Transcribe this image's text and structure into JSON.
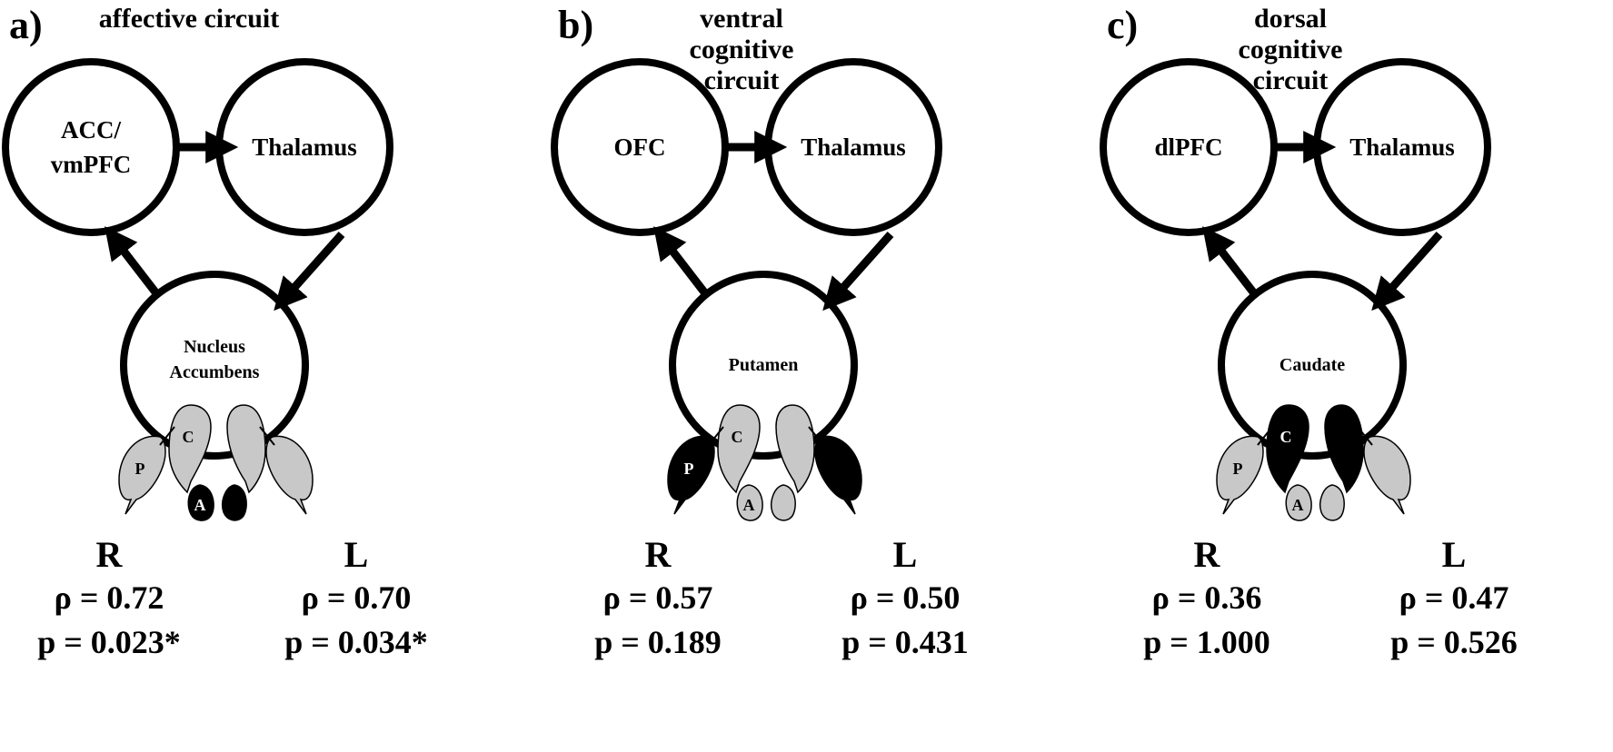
{
  "panels": [
    {
      "letter": "a)",
      "title": "affective circuit",
      "top_node": "ACC/ vmPFC",
      "right_node": "Thalamus",
      "bottom_node": "Nucleus Accumbens",
      "highlighted_structure": "accumbens",
      "shape_labels": {
        "putamen": "P",
        "caudate": "C",
        "accumbens": "A"
      },
      "right": {
        "side": "R",
        "rho": "ρ = 0.72",
        "p": "p = 0.023*"
      },
      "left": {
        "side": "L",
        "rho": "ρ = 0.70",
        "p": "p = 0.034*"
      }
    },
    {
      "letter": "b)",
      "title": "ventral cognitive circuit",
      "top_node": "OFC",
      "right_node": "Thalamus",
      "bottom_node": "Putamen",
      "highlighted_structure": "putamen",
      "shape_labels": {
        "putamen": "P",
        "caudate": "C",
        "accumbens": "A"
      },
      "right": {
        "side": "R",
        "rho": "ρ = 0.57",
        "p": "p = 0.189"
      },
      "left": {
        "side": "L",
        "rho": "ρ = 0.50",
        "p": "p = 0.431"
      }
    },
    {
      "letter": "c)",
      "title": "dorsal cognitive circuit",
      "top_node": "dlPFC",
      "right_node": "Thalamus",
      "bottom_node": "Caudate",
      "highlighted_structure": "caudate",
      "shape_labels": {
        "putamen": "P",
        "caudate": "C",
        "accumbens": "A"
      },
      "right": {
        "side": "R",
        "rho": "ρ = 0.36",
        "p": "p = 1.000"
      },
      "left": {
        "side": "L",
        "rho": "ρ = 0.47",
        "p": "p = 0.526"
      }
    }
  ],
  "colors": {
    "highlight": "#000000",
    "structure": "#c8c8c8",
    "stroke": "#000000"
  }
}
